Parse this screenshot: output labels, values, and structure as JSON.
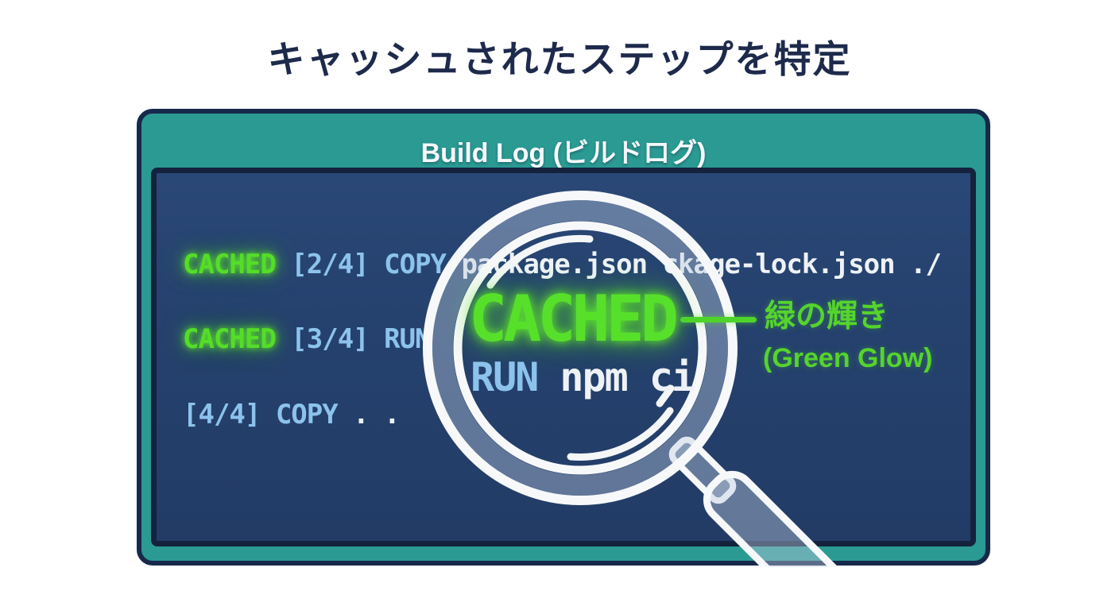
{
  "page": {
    "title": "キャッシュされたステップを特定",
    "background": "#ffffff"
  },
  "panel": {
    "header_title": "Build Log (ビルドログ)",
    "frame_color": "#2a9a93",
    "frame_border_color": "#16294b",
    "screen_color": "#25416e",
    "screen_border_color": "#14223e"
  },
  "log": {
    "line1": {
      "cached": "CACHED",
      "step": " [2/4] COPY ",
      "args": "package.json ckage-lock.json ./"
    },
    "line2": {
      "cached": "CACHED",
      "step": " [3/4] RUN"
    },
    "line3": {
      "step": "[4/4] COPY",
      "args": " . ."
    }
  },
  "lens": {
    "highlight": "CACHED",
    "command": "RUN",
    "args": " npm ci"
  },
  "annotation": {
    "jp": "緑の輝き",
    "en": "(Green Glow)",
    "color": "#55d42c"
  },
  "colors": {
    "cached_green": "#55dd28",
    "light_blue": "#8cc3ec",
    "log_white": "#eef2f6",
    "title_navy": "#1e2a4c",
    "connector_green": "#4fd42a"
  }
}
